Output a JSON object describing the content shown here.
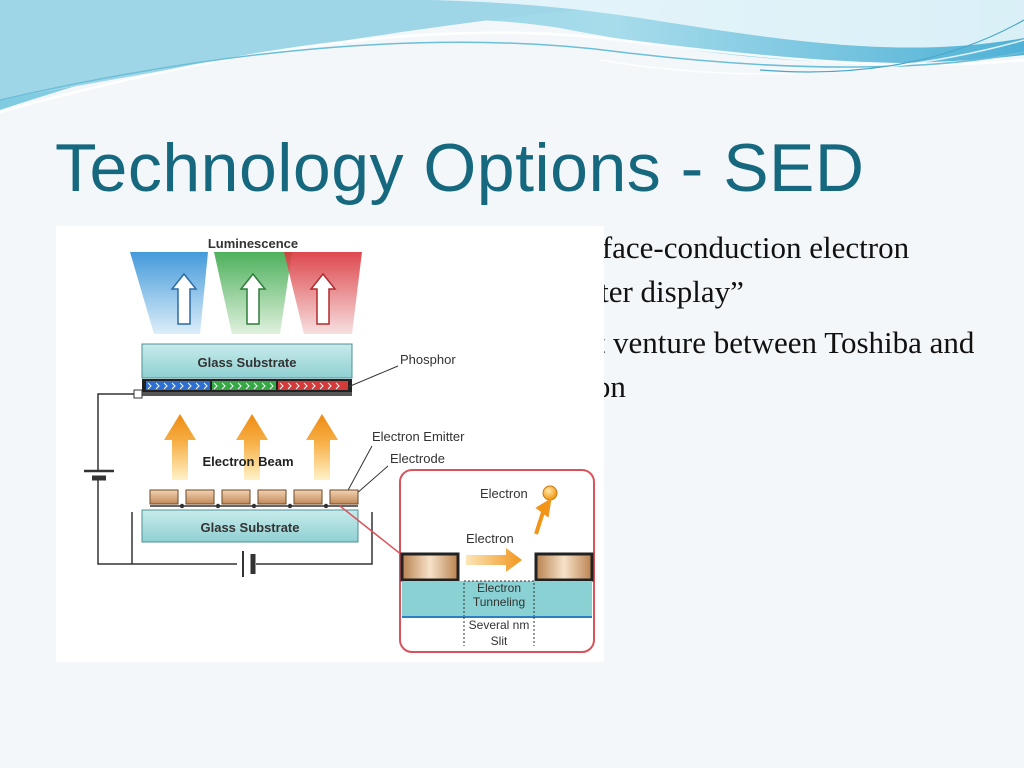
{
  "slide": {
    "title": "Technology Options - SED",
    "bullets": [
      {
        "text": "“Surface-conduction electron emitter display”"
      },
      {
        "text": "Joint venture between Toshiba and Canon"
      }
    ]
  },
  "diagram": {
    "labels": {
      "luminescence": "Luminescence",
      "glass_substrate_top": "Glass Substrate",
      "phosphor": "Phosphor",
      "electron_emitter": "Electron Emitter",
      "electrode": "Electrode",
      "electron_beam": "Electron Beam",
      "glass_substrate_bottom": "Glass Substrate"
    },
    "inset": {
      "electron_top": "Electron",
      "electron_mid": "Electron",
      "electron_tunneling_1": "Electron",
      "electron_tunneling_2": "Tunneling",
      "several_nm": "Several nm",
      "slit": "Slit"
    }
  },
  "colors": {
    "title": "#16687f",
    "bullet": "#2fb8cf",
    "substrate": "#a8dcdc",
    "beam_arrow": "#f39a1c",
    "inset_border": "#d9535b"
  }
}
